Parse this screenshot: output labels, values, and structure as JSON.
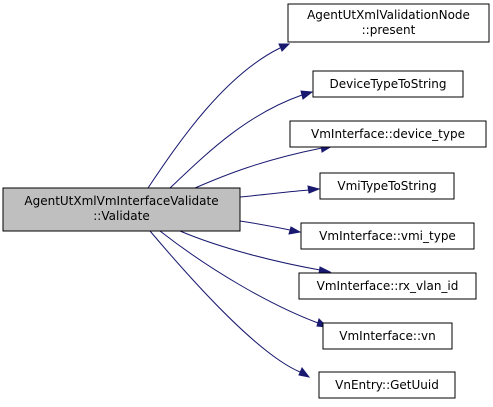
{
  "colors": {
    "edge": "#191970",
    "root_fill": "#bfbfbf",
    "node_fill": "#ffffff",
    "node_border": "#000000"
  },
  "root": {
    "line1": "AgentUtXmlVmInterfaceValidate",
    "line2": "::Validate"
  },
  "callees": [
    {
      "line1": "AgentUtXmlValidationNode",
      "line2": "::present"
    },
    {
      "line1": "DeviceTypeToString"
    },
    {
      "line1": "VmInterface::device_type"
    },
    {
      "line1": "VmiTypeToString"
    },
    {
      "line1": "VmInterface::vmi_type"
    },
    {
      "line1": "VmInterface::rx_vlan_id"
    },
    {
      "line1": "VmInterface::vn"
    },
    {
      "line1": "VnEntry::GetUuid"
    }
  ]
}
